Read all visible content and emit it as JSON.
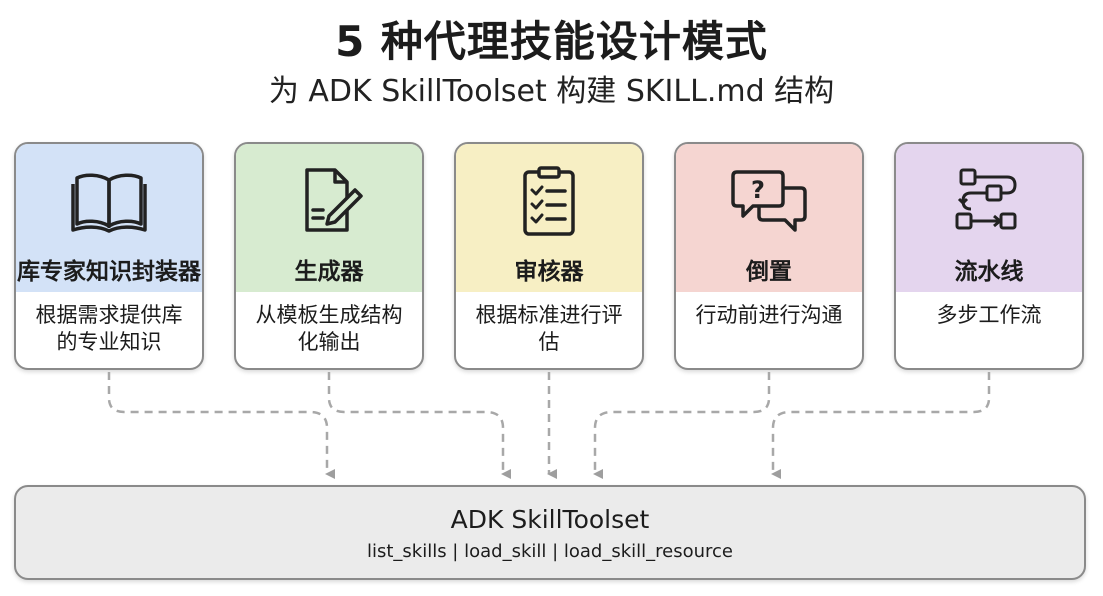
{
  "header": {
    "title": "5 种代理技能设计模式",
    "subtitle": "为 ADK SkillToolset 构建 SKILL.md 结构"
  },
  "patterns": [
    {
      "name": "库专家知识封装器",
      "description": "根据需求提供库的专业知识",
      "icon": "open-book-icon",
      "color": "#d3e2f7"
    },
    {
      "name": "生成器",
      "description": "从模板生成结构化输出",
      "icon": "document-pen-icon",
      "color": "#d7ebd0"
    },
    {
      "name": "审核器",
      "description": "根据标准进行评估",
      "icon": "clipboard-checklist-icon",
      "color": "#f7efc4"
    },
    {
      "name": "倒置",
      "description": "行动前进行沟通",
      "icon": "question-chat-icon",
      "color": "#f5d5d1"
    },
    {
      "name": "流水线",
      "description": "多步工作流",
      "icon": "flow-steps-icon",
      "color": "#e4d5ee"
    }
  ],
  "toolset": {
    "title": "ADK SkillToolset",
    "methods": "list_skills | load_skill | load_skill_resource"
  }
}
